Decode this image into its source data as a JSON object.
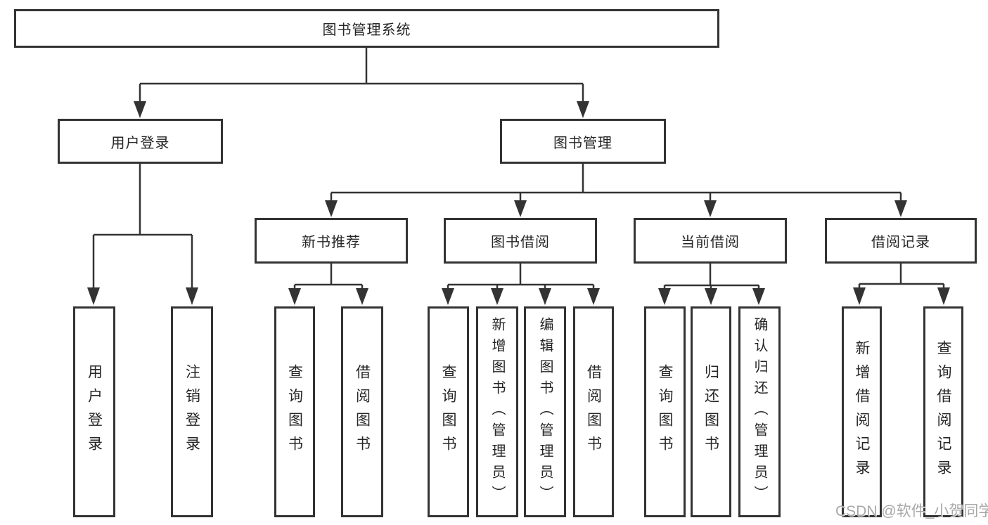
{
  "diagram": {
    "title_hint": "library management system function structure",
    "root": "图书管理系统",
    "branches": [
      {
        "label": "用户登录",
        "children": [
          "用户登录",
          "注销登录"
        ]
      },
      {
        "label": "图书管理",
        "sections": [
          {
            "label": "新书推荐",
            "children": [
              "查询图书",
              "借阅图书"
            ]
          },
          {
            "label": "图书借阅",
            "children": [
              "查询图书",
              "新增图书（管理员）",
              "编辑图书（管理员）",
              "借阅图书"
            ]
          },
          {
            "label": "当前借阅",
            "children": [
              "查询图书",
              "归还图书",
              "确认归还（管理员）"
            ]
          },
          {
            "label": "借阅记录",
            "children": [
              "新增借阅记录",
              "查询借阅记录"
            ]
          }
        ]
      }
    ]
  },
  "watermark": "CSDN @软件_小贺同学",
  "colors": {
    "line": "#333333",
    "text": "#262626",
    "background": "#ffffff",
    "watermark": "#a8a8a8"
  }
}
